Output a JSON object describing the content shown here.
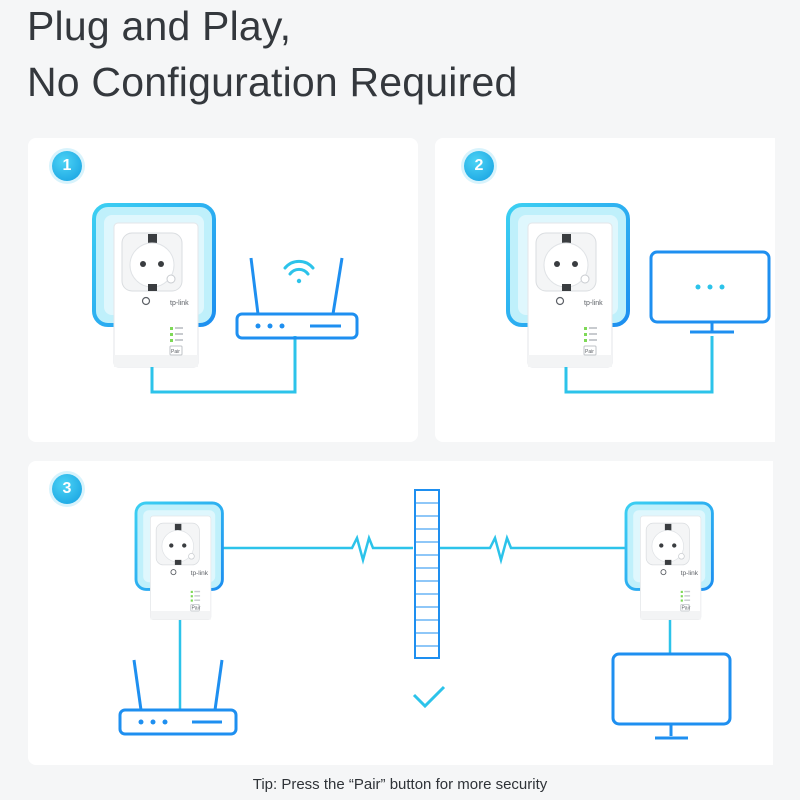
{
  "heading": {
    "line1": "Plug and Play,",
    "line2": "No Configuration Required"
  },
  "steps": [
    {
      "number": "1"
    },
    {
      "number": "2"
    },
    {
      "number": "3"
    }
  ],
  "adapter": {
    "brand": "tp-link",
    "pair_label": "Pair"
  },
  "tip": "Tip: Press the “Pair” button for more security",
  "colors": {
    "accent_cyan": "#2cc3ea",
    "accent_blue": "#1e8ff0",
    "glow": "#c9f0fb",
    "text": "#34383d"
  },
  "icons": [
    "wifi-icon",
    "router-icon",
    "monitor-icon",
    "checkmark-icon",
    "wall-icon",
    "power-socket-adapter-icon"
  ]
}
